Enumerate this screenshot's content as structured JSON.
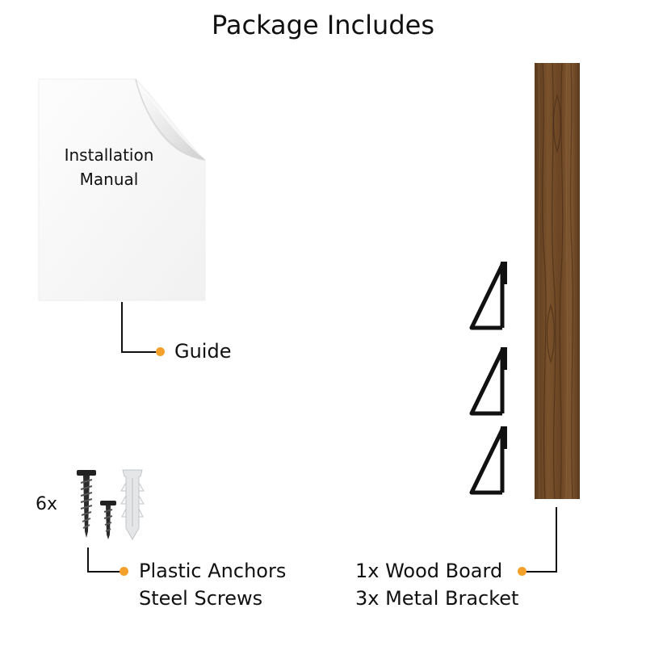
{
  "title": "Package Includes",
  "manual": {
    "line1": "Installation",
    "line2": "Manual"
  },
  "guide_label": "Guide",
  "hardware": {
    "quantity": "6x",
    "label_line1": "Plastic Anchors",
    "label_line2": "Steel Screws"
  },
  "board": {
    "label_line1": "1x Wood Board",
    "label_line2": "3x Metal Bracket"
  },
  "colors": {
    "accent_dot": "#f4a12c",
    "wood": "#6b4524",
    "bracket": "#111111"
  }
}
